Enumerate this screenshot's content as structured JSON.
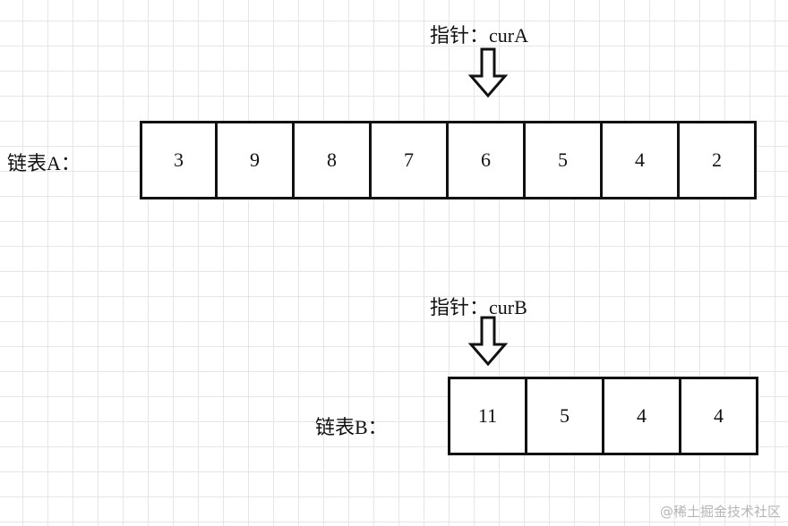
{
  "pointer_a": {
    "label": "指针：curA",
    "icon": "down-arrow-icon"
  },
  "pointer_b": {
    "label": "指针：curB",
    "icon": "down-arrow-icon"
  },
  "list_a": {
    "label": "链表A：",
    "nodes": [
      "3",
      "9",
      "8",
      "7",
      "6",
      "5",
      "4",
      "2"
    ]
  },
  "list_b": {
    "label": "链表B：",
    "nodes": [
      "11",
      "5",
      "4",
      "4"
    ]
  },
  "watermark": "@稀土掘金技术社区",
  "colors": {
    "stroke": "#111111",
    "grid": "#e6e6e6",
    "watermark": "#b5b5b5"
  }
}
